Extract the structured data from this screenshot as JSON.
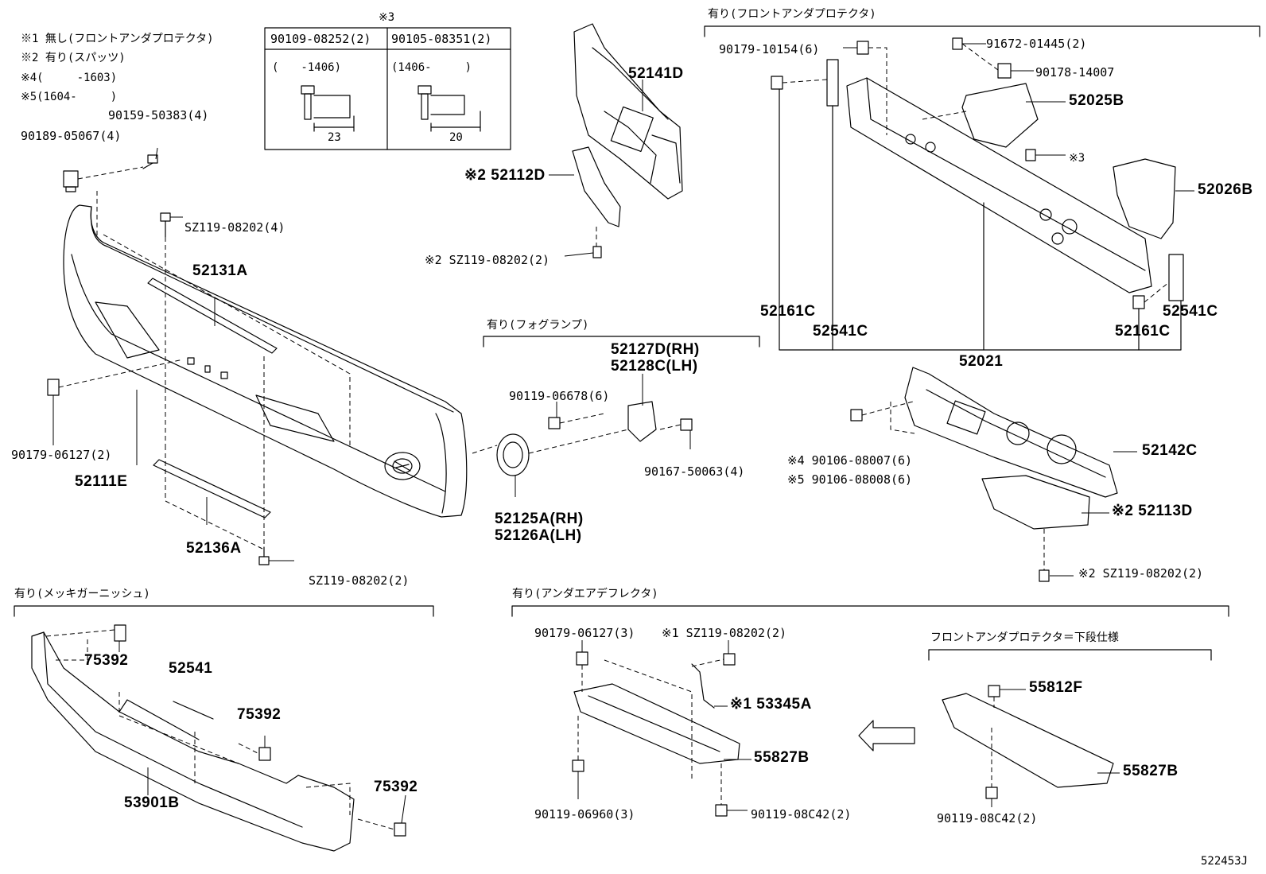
{
  "notes": [
    "※1 無し(フロントアンダプロテクタ)",
    "※2 有り(スパッツ)",
    "※4(　　　-1603)",
    "※5(1604-　　　)"
  ],
  "bolt_table": {
    "title": "※3",
    "headers": [
      "90109-08252(2)",
      "90105-08351(2)"
    ],
    "ranges": [
      "(　　-1406)",
      "(1406-　　　)"
    ],
    "lengths": [
      "23",
      "20"
    ]
  },
  "groups": {
    "front_under_protector": "有り(フロントアンダプロテクタ)",
    "fog_lamp": "有り(フォグランプ)",
    "plated_garnish": "有り(メッキガーニッシュ)",
    "under_air_deflector": "有り(アンダエアデフレクタ)",
    "lower_spec": "フロントアンダプロテクタ＝下段仕様"
  },
  "labels": {
    "p90159_50383": "90159-50383(4)",
    "p90189_05067": "90189-05067(4)",
    "pSZ119_a": "SZ119-08202(4)",
    "p52131A": "52131A",
    "p52111E": "52111E",
    "p90179_06127_a": "90179-06127(2)",
    "p52136A": "52136A",
    "pSZ119_b": "SZ119-08202(2)",
    "p52141D": "52141D",
    "p52112D": "※2 52112D",
    "pSZ119_c": "※2 SZ119-08202(2)",
    "p52127D": "52127D(RH)",
    "p52128C": "52128C(LH)",
    "p90119_06678": "90119-06678(6)",
    "p90167_50063": "90167-50063(4)",
    "p52125A": "52125A(RH)",
    "p52126A": "52126A(LH)",
    "p90179_10154": "90179-10154(6)",
    "p91672_01445": "91672-01445(2)",
    "p90178_14007": "90178-14007",
    "p52025B": "52025B",
    "p_note3": "※3",
    "p52026B": "52026B",
    "p52161C_l": "52161C",
    "p52541C_l": "52541C",
    "p52541C_r": "52541C",
    "p52161C_r": "52161C",
    "p52021": "52021",
    "p90106_08007": "※4  90106-08007(6)",
    "p90106_08008": "※5  90106-08008(6)",
    "p52142C": "52142C",
    "p52113D": "※2 52113D",
    "pSZ119_d": "※2 SZ119-08202(2)",
    "p75392_a": "75392",
    "p52541": "52541",
    "p75392_b": "75392",
    "p53901B": "53901B",
    "p75392_c": "75392",
    "p90179_06127_b": "90179-06127(3)",
    "pSZ119_e": "※1 SZ119-08202(2)",
    "p53345A": "※1 53345A",
    "p55827B_a": "55827B",
    "p90119_06960": "90119-06960(3)",
    "p90119_08C42_a": "90119-08C42(2)",
    "p55812F": "55812F",
    "p55827B_b": "55827B",
    "p90119_08C42_b": "90119-08C42(2)"
  },
  "figure_id": "522453J"
}
